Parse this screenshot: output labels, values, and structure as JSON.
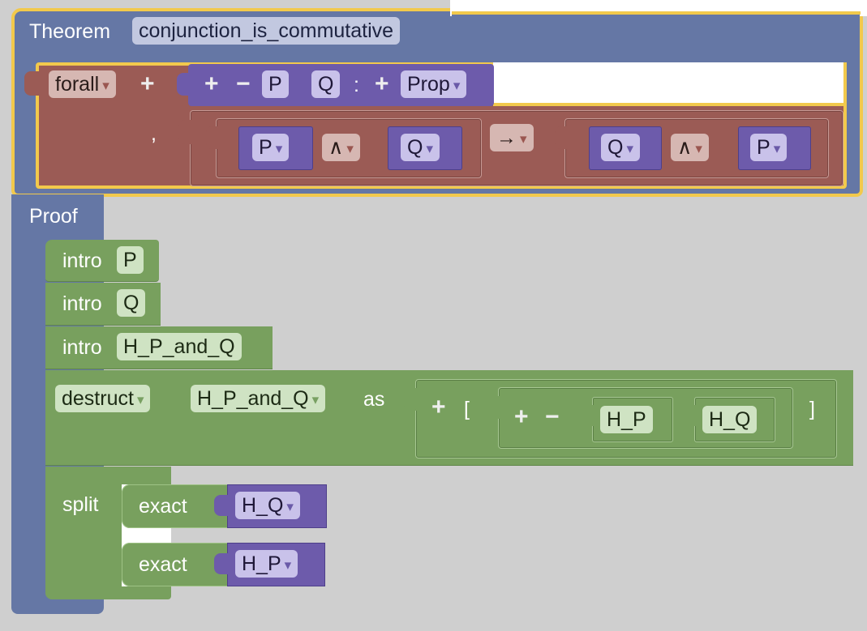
{
  "theorem": {
    "keyword": "Theorem",
    "name": "conjunction_is_commutative",
    "forall_label": "forall",
    "binder": {
      "vars": [
        "P",
        "Q"
      ],
      "colon": ":",
      "type": "Prop"
    },
    "comma": ",",
    "statement": {
      "lhs": {
        "left": "P",
        "op": "∧",
        "right": "Q"
      },
      "arrow": "→",
      "rhs": {
        "left": "Q",
        "op": "∧",
        "right": "P"
      }
    }
  },
  "proof": {
    "keyword": "Proof",
    "steps": [
      {
        "tactic": "intro",
        "arg": "P"
      },
      {
        "tactic": "intro",
        "arg": "Q"
      },
      {
        "tactic": "intro",
        "arg": "H_P_and_Q"
      }
    ],
    "destruct": {
      "tactic": "destruct",
      "target": "H_P_and_Q",
      "as_label": "as",
      "open_bracket": "[",
      "close_bracket": "]",
      "names": [
        "H_P",
        "H_Q"
      ]
    },
    "split": {
      "tactic": "split",
      "branches": [
        {
          "tactic": "exact",
          "arg": "H_Q"
        },
        {
          "tactic": "exact",
          "arg": "H_P"
        }
      ]
    }
  },
  "symbols": {
    "plus": "+",
    "minus": "−",
    "caret": "▾"
  },
  "colors": {
    "theorem_block": "#6577a5",
    "forall_block": "#9b5b55",
    "term_block": "#6d5bab",
    "tactic_block": "#78a05e",
    "selection_outline": "#f2c94c"
  }
}
